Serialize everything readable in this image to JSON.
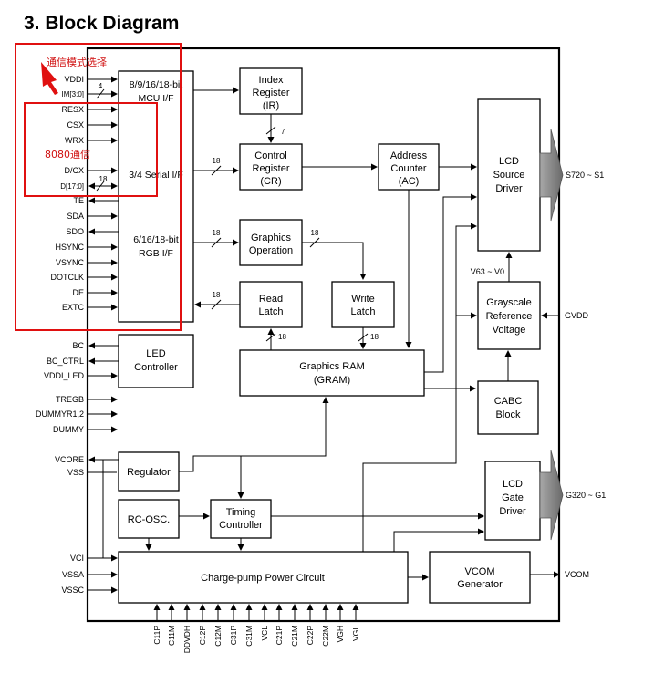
{
  "section_title": "3.  Block Diagram",
  "blocks": {
    "mcu_if_line1": "8/9/16/18-bit",
    "mcu_if_line2": "MCU I/F",
    "serial_if": "3/4 Serial I/F",
    "rgb_if_line1": "6/16/18-bit",
    "rgb_if_line2": "RGB I/F",
    "index_reg_line1": "Index",
    "index_reg_line2": "Register",
    "index_reg_line3": "(IR)",
    "control_reg_line1": "Control",
    "control_reg_line2": "Register",
    "control_reg_line3": "(CR)",
    "address_counter_line1": "Address",
    "address_counter_line2": "Counter",
    "address_counter_line3": "(AC)",
    "graphics_op_line1": "Graphics",
    "graphics_op_line2": "Operation",
    "read_latch_line1": "Read",
    "read_latch_line2": "Latch",
    "write_latch_line1": "Write",
    "write_latch_line2": "Latch",
    "gram_line1": "Graphics RAM",
    "gram_line2": "(GRAM)",
    "led_ctrl_line1": "LED",
    "led_ctrl_line2": "Controller",
    "regulator": "Regulator",
    "rc_osc": "RC-OSC.",
    "timing_line1": "Timing",
    "timing_line2": "Controller",
    "charge_pump": "Charge-pump Power Circuit",
    "vcom_gen_line1": "VCOM",
    "vcom_gen_line2": "Generator",
    "source_driver_line1": "LCD",
    "source_driver_line2": "Source",
    "source_driver_line3": "Driver",
    "grayscale_line1": "Grayscale",
    "grayscale_line2": "Reference",
    "grayscale_line3": "Voltage",
    "cabc_line1": "CABC",
    "cabc_line2": "Block",
    "gate_driver_line1": "LCD",
    "gate_driver_line2": "Gate",
    "gate_driver_line3": "Driver"
  },
  "left_pins": [
    "VDDI",
    "IM[3:0]",
    "RESX",
    "CSX",
    "WRX",
    "D/CX",
    "D[17:0]",
    "TE",
    "SDA",
    "SDO",
    "HSYNC",
    "VSYNC",
    "DOTCLK",
    "DE",
    "EXTC",
    "BC",
    "BC_CTRL",
    "VDDI_LED",
    "TREGB",
    "DUMMYR1,2",
    "DUMMY",
    "VCORE",
    "VSS",
    "VCI",
    "VSSA",
    "VSSC"
  ],
  "bottom_pins": [
    "C11P",
    "C11M",
    "DDVDH",
    "C12P",
    "C12M",
    "C31P",
    "C31M",
    "VCL",
    "C21P",
    "C21M",
    "C22P",
    "C22M",
    "VGH",
    "VGL"
  ],
  "right_pins": {
    "source_out": "S720 ~ S1",
    "gvdd": "GVDD",
    "gate_out": "G320 ~ G1",
    "vcom": "VCOM",
    "v63_v0": "V63 ~ V0"
  },
  "bus_widths": {
    "im": "4",
    "ir_to_cr": "7",
    "to_cr": "18",
    "data_in": "18",
    "to_graphics_op": "18",
    "graphics_op_out": "18",
    "read_latch": "18",
    "read_latch_to_gram": "18",
    "write_latch_to_gram": "18"
  },
  "annotations": {
    "mode_select": "通信模式选择",
    "mode_8080": "8080通信"
  }
}
